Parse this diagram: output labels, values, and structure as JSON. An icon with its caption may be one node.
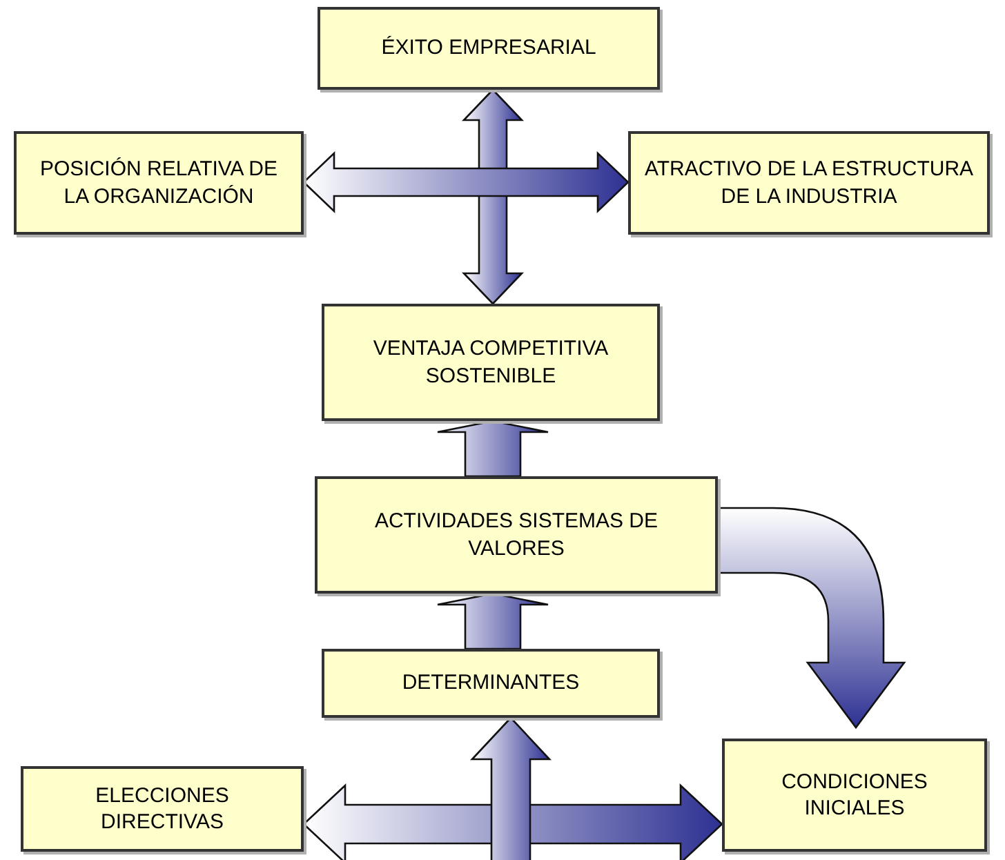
{
  "diagram": {
    "nodes": [
      {
        "text": [
          "ÉXITO EMPRESARIAL"
        ]
      },
      {
        "text": [
          "POSICIÓN RELATIVA DE LA ORGANIZACIÓN"
        ]
      },
      {
        "text": [
          "ATRACTIVO DE LA ESTRUCTURA DE LA INDUSTRIA"
        ]
      },
      {
        "text": [
          "VENTAJA COMPETITIVA SOSTENIBLE"
        ]
      },
      {
        "text": [
          "ACTIVIDADES SISTEMAS DE VALORES"
        ]
      },
      {
        "text": [
          "DETERMINANTES"
        ]
      },
      {
        "text": [
          "ELECCIONES DIRECTIVAS"
        ]
      },
      {
        "text": [
          "CONDICIONES INICIALES"
        ]
      }
    ],
    "edges": [
      {
        "from": 0,
        "to": 3,
        "arrow": "both"
      },
      {
        "from": 1,
        "to": 2,
        "arrow": "both"
      },
      {
        "from": 4,
        "to": 3,
        "arrow": "to"
      },
      {
        "from": 5,
        "to": 4,
        "arrow": "to"
      },
      {
        "from": 4,
        "to": 7,
        "arrow": "to"
      },
      {
        "from": 6,
        "to": 7,
        "arrow": "both"
      },
      {
        "from": null,
        "to": 5,
        "arrow": "to"
      }
    ]
  }
}
